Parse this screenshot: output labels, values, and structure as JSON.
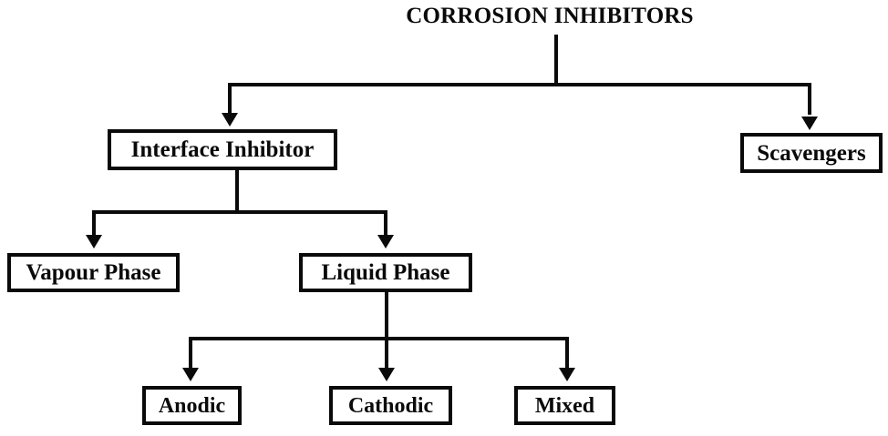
{
  "diagram": {
    "title": "CORROSION INHIBITORS",
    "type": "hierarchy-tree",
    "colors": {
      "background": "#ffffff",
      "line": "#0a0a0a",
      "text": "#0a0a0a",
      "box_fill": "#ffffff"
    },
    "nodes": {
      "root": "CORROSION INHIBITORS",
      "interface_inhibitor": "Interface Inhibitor",
      "scavengers": "Scavengers",
      "vapour_phase": "Vapour Phase",
      "liquid_phase": "Liquid Phase",
      "anodic": "Anodic",
      "cathodic": "Cathodic",
      "mixed": "Mixed"
    },
    "hierarchy": [
      {
        "label": "CORROSION INHIBITORS",
        "level": 0,
        "boxed": false,
        "children": [
          {
            "label": "Interface Inhibitor",
            "level": 1,
            "boxed": true,
            "children": [
              {
                "label": "Vapour Phase",
                "level": 2,
                "boxed": true,
                "children": []
              },
              {
                "label": "Liquid Phase",
                "level": 2,
                "boxed": true,
                "children": [
                  {
                    "label": "Anodic",
                    "level": 3,
                    "boxed": true,
                    "children": []
                  },
                  {
                    "label": "Cathodic",
                    "level": 3,
                    "boxed": true,
                    "children": []
                  },
                  {
                    "label": "Mixed",
                    "level": 3,
                    "boxed": true,
                    "children": []
                  }
                ]
              }
            ]
          },
          {
            "label": "Scavengers",
            "level": 1,
            "boxed": true,
            "children": []
          }
        ]
      }
    ],
    "connectors": [
      {
        "from": "CORROSION INHIBITORS",
        "to": "Interface Inhibitor",
        "arrow": "down"
      },
      {
        "from": "CORROSION INHIBITORS",
        "to": "Scavengers",
        "arrow": "down"
      },
      {
        "from": "Interface Inhibitor",
        "to": "Vapour Phase",
        "arrow": "down"
      },
      {
        "from": "Interface Inhibitor",
        "to": "Liquid Phase",
        "arrow": "down"
      },
      {
        "from": "Liquid Phase",
        "to": "Anodic",
        "arrow": "down"
      },
      {
        "from": "Liquid Phase",
        "to": "Cathodic",
        "arrow": "down"
      },
      {
        "from": "Liquid Phase",
        "to": "Mixed",
        "arrow": "down"
      }
    ]
  }
}
